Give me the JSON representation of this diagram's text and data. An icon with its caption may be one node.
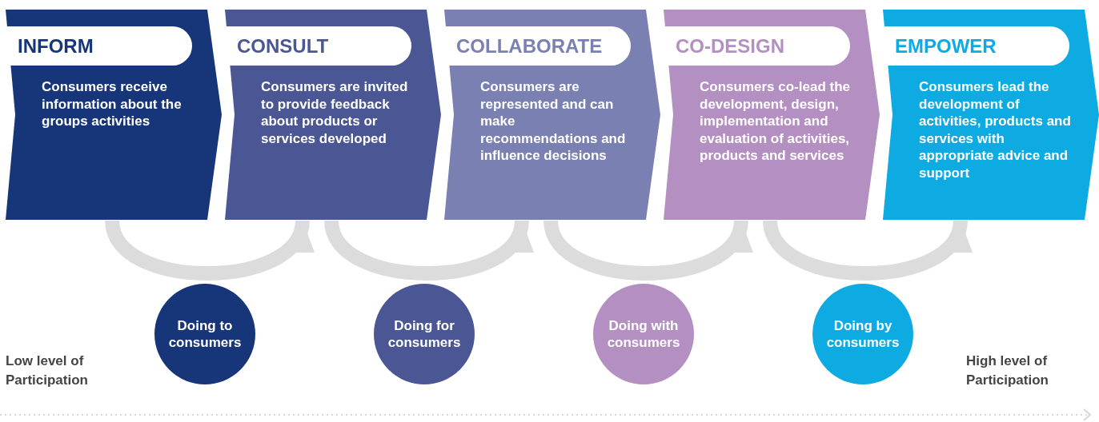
{
  "diagram": {
    "nodes": [
      {
        "text": [
          "INFORM",
          "Consumers receive information about the groups activities"
        ]
      },
      {
        "text": [
          "CONSULT",
          "Consumers are invited to provide feedback about products or services developed"
        ]
      },
      {
        "text": [
          "COLLABORATE",
          "Consumers are represented and can make recommendations and influence decisions"
        ]
      },
      {
        "text": [
          "CO-DESIGN",
          "Consumers co-lead the development, design, implementation and evaluation of activities, products and services"
        ]
      },
      {
        "text": [
          "EMPOWER",
          "Consumers lead the development of activities, products and services with appropriate advice and support"
        ]
      },
      {
        "text": [
          "Doing to consumers"
        ]
      },
      {
        "text": [
          "Doing for consumers"
        ]
      },
      {
        "text": [
          "Doing with consumers"
        ]
      },
      {
        "text": [
          "Doing by consumers"
        ]
      }
    ],
    "edges": [
      {
        "from": 0,
        "to": 1,
        "arrow": "to"
      },
      {
        "from": 1,
        "to": 2,
        "arrow": "to"
      },
      {
        "from": 2,
        "to": 3,
        "arrow": "to"
      },
      {
        "from": 3,
        "to": 4,
        "arrow": "to"
      }
    ],
    "labels": [
      "Low level of Participation",
      "High level of Participation"
    ]
  }
}
